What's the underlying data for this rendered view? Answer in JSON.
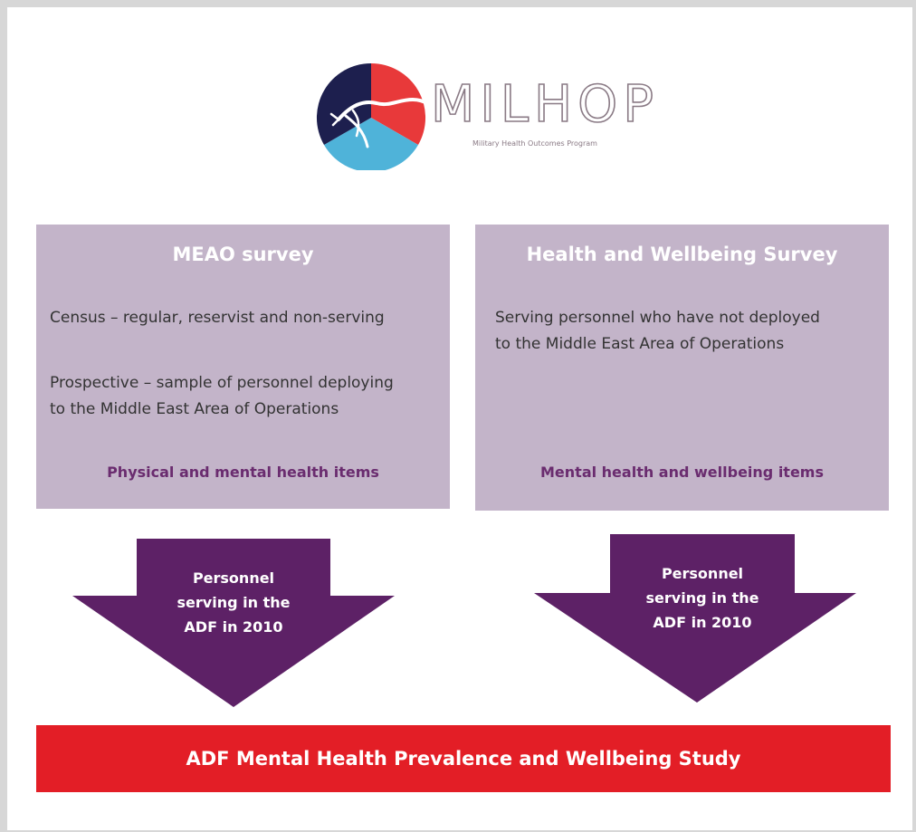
{
  "logo": {
    "wordmark": "MILHOP",
    "subtitle": "Military Health Outcomes Program",
    "colors": {
      "navy": "#1d1f4e",
      "red": "#e8393a",
      "sky": "#4fb3d9"
    }
  },
  "left_box": {
    "title": "MEAO survey",
    "line1": "Census – regular, reservist and non-serving",
    "line2": "Prospective – sample of personnel deploying",
    "line3": "to the Middle East Area of Operations",
    "footer": "Physical and mental health items"
  },
  "right_box": {
    "title": "Health and Wellbeing Survey",
    "line1": "Serving personnel who have not deployed",
    "line2": "to the Middle East Area of Operations",
    "footer": "Mental health and wellbeing items"
  },
  "left_arrow": {
    "line1": "Personnel",
    "line2": "serving in the",
    "line3": "ADF in 2010"
  },
  "right_arrow": {
    "line1": "Personnel",
    "line2": "serving in the",
    "line3": "ADF in 2010"
  },
  "banner": {
    "text": "ADF Mental Health Prevalence and Wellbeing Study"
  },
  "colors": {
    "box_fill": "#c3b4c9",
    "arrow_fill": "#5d2166",
    "banner_fill": "#e31e26",
    "footer_text": "#6a2c6f",
    "frame": "#d7d7d7"
  }
}
